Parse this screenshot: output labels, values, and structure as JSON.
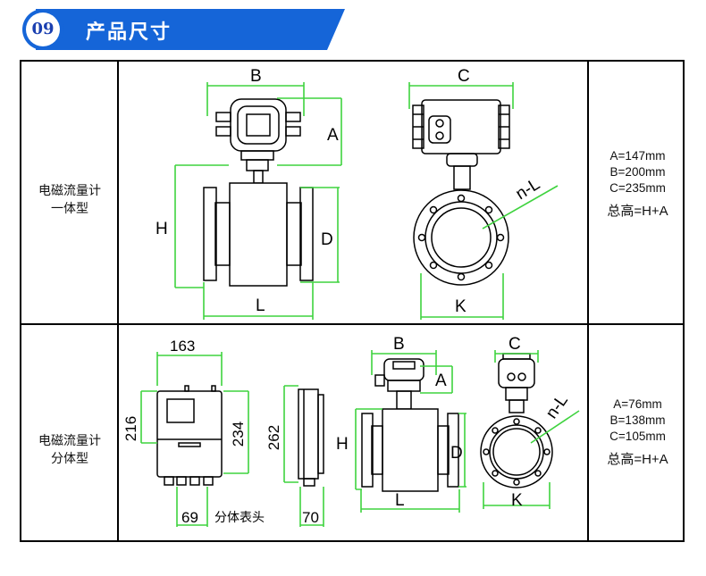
{
  "section": {
    "number": "09",
    "title": "产品尺寸"
  },
  "integrated": {
    "label_line1": "电磁流量计",
    "label_line2": "一体型",
    "dims": {
      "B": "B",
      "C": "C",
      "A": "A",
      "H": "H",
      "D": "D",
      "L": "L",
      "K": "K",
      "nL": "n-L"
    },
    "specs": [
      "A=147mm",
      "B=200mm",
      "C=235mm"
    ],
    "total": "总高=H+A"
  },
  "split": {
    "label_line1": "电磁流量计",
    "label_line2": "分体型",
    "head_dims": {
      "width": "163",
      "height_left": "216",
      "height_right": "234",
      "depth_total": "262",
      "bottom": "69",
      "depth": "70"
    },
    "head_caption": "分体表头",
    "dims": {
      "B": "B",
      "C": "C",
      "A": "A",
      "H": "H",
      "D": "D",
      "L": "L",
      "K": "K",
      "nL": "n-L"
    },
    "specs": [
      "A=76mm",
      "B=138mm",
      "C=105mm"
    ],
    "total": "总高=H+A"
  },
  "colors": {
    "banner": "#1565d8",
    "dimension_line": "#3fd33f",
    "outline": "#000000"
  }
}
